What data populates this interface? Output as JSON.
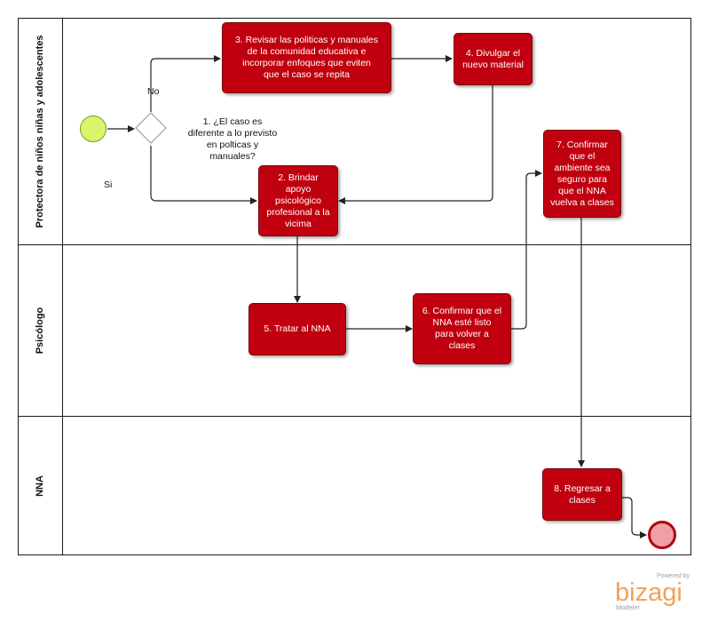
{
  "lanes": [
    {
      "label": "Protectora de niños niñas y adolescentes"
    },
    {
      "label": "Psicólogo"
    },
    {
      "label": "NNA"
    }
  ],
  "tasks": {
    "t3": "3. Revisar las politicas y manuales\nde la comunidad educativa e\nincorporar enfoques que  eviten\nque el caso se repita",
    "t4": "4. Divulgar el\nnuevo material",
    "t2": "2. Brindar\napoyo\npsicológico\nprofesional a la\nvicima",
    "t7": "7. Confirmar\nque el\nambiente sea\nseguro para\nque el NNA\nvuelva a clases",
    "t5": "5. Tratar al NNA",
    "t6": "6. Confirmar que el\nNNA esté listo\npara volver a\nclases",
    "t8": "8. Regresar a\nclases"
  },
  "gateway": {
    "question": "1. ¿El caso  es\ndiferente a lo previsto\nen polticas y\nmanuales?",
    "yes_label": "Si",
    "no_label": "No"
  },
  "events": {
    "start": "start-event",
    "end": "end-event"
  },
  "colors": {
    "task_fill": "#c0000f",
    "task_border": "#7a0008",
    "start_fill": "#d9f56a",
    "end_fill": "#f0a0a5",
    "flow": "#222222",
    "gateway_border": "#b0b0b0"
  },
  "watermark": {
    "powered": "Powered by",
    "brand": "bizagi",
    "product": "Modeler"
  }
}
